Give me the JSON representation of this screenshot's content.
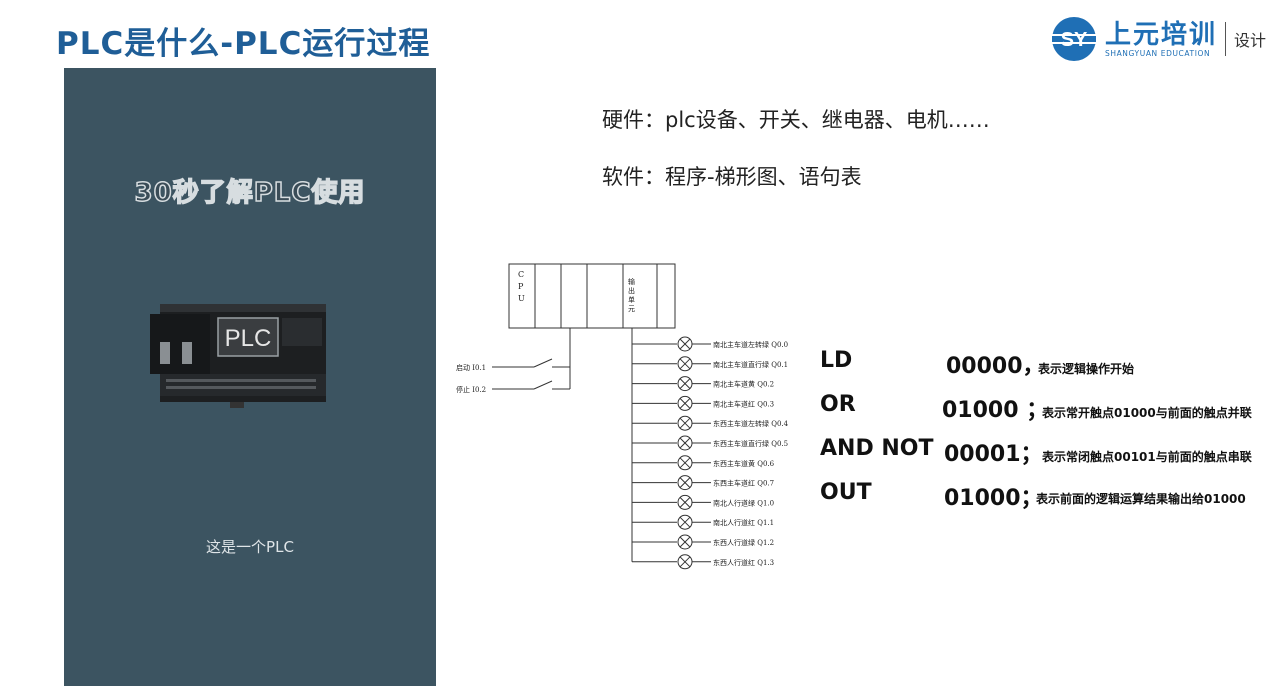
{
  "slide": {
    "title": "PLC是什么-PLC运行过程"
  },
  "logo": {
    "mark_text": "SY",
    "name_cn": "上元培训",
    "name_en": "SHANGYUAN EDUCATION",
    "tag": "设计",
    "brand_color": "#1f6fb5"
  },
  "video": {
    "title": "30秒了解PLC使用",
    "device_label": "PLC",
    "caption": "这是一个PLC",
    "background": "#3c5461"
  },
  "text": {
    "hardware": "硬件：plc设备、开关、继电器、电机……",
    "software": "软件：程序-梯形图、语句表"
  },
  "diagram": {
    "cpu_label": [
      "C",
      "P",
      "U"
    ],
    "output_unit_label": [
      "输",
      "出",
      "单",
      "元"
    ],
    "inputs": [
      {
        "label": "启动 I0.1"
      },
      {
        "label": "停止 I0.2"
      }
    ],
    "outputs": [
      {
        "label": "南北主车道左转绿 Q0.0"
      },
      {
        "label": "南北主车道直行绿 Q0.1"
      },
      {
        "label": "南北主车道黄 Q0.2"
      },
      {
        "label": "南北主车道红 Q0.3"
      },
      {
        "label": "东西主车道左转绿 Q0.4"
      },
      {
        "label": "东西主车道直行绿 Q0.5"
      },
      {
        "label": "东西主车道黄 Q0.6"
      },
      {
        "label": "东西主车道红 Q0.7"
      },
      {
        "label": "南北人行道绿 Q1.0"
      },
      {
        "label": "南北人行道红 Q1.1"
      },
      {
        "label": "东西人行道绿 Q1.2"
      },
      {
        "label": "东西人行道红 Q1.3"
      }
    ]
  },
  "instructions": [
    {
      "op": "LD",
      "addr": "00000，",
      "comment": "表示逻辑操作开始"
    },
    {
      "op": "OR",
      "addr": "01000 ；",
      "comment": "表示常开触点01000与前面的触点并联"
    },
    {
      "op": "AND NOT",
      "addr": "00001；",
      "comment": "表示常闭触点00101与前面的触点串联"
    },
    {
      "op": "OUT",
      "addr": "01000；",
      "comment": "表示前面的逻辑运算结果输出给01000"
    }
  ]
}
